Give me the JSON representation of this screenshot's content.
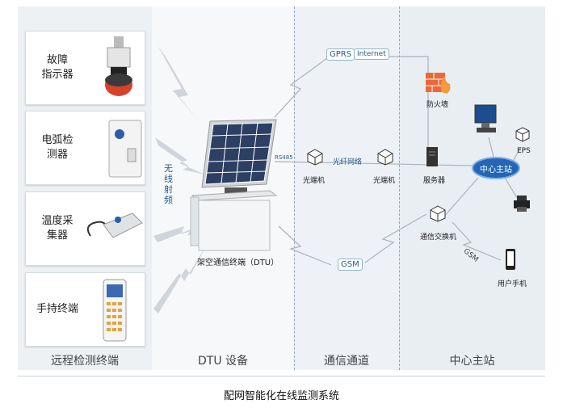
{
  "devices": [
    {
      "label": "故障\n指示器"
    },
    {
      "label": "电弧检\n测器"
    },
    {
      "label": "温度采\n集器"
    },
    {
      "label": "手持终端"
    }
  ],
  "wireless_label": "无线射频",
  "dtu_label": "架空通信终端（DTU）",
  "rs485": "RS485",
  "fiber_label": "光纤网络",
  "optical1": "光端机",
  "optical2": "光端机",
  "gprs": "GPRS",
  "internet": "Internet",
  "gsm": "GSM",
  "gsm_link": "GSM",
  "firewall": "防火墙",
  "server": "服务器",
  "comm_switch": "通信交换机",
  "master_station": "中心主站",
  "eps": "EPS",
  "user_phone": "用户手机",
  "columns": [
    "远程检测终端",
    "DTU 设备",
    "通信通道",
    "中心主站"
  ],
  "caption": "配网智能化在线监测系统"
}
